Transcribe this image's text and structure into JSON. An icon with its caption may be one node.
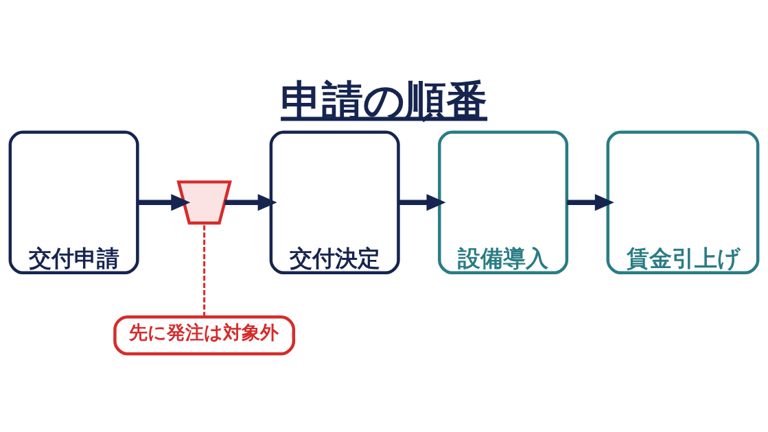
{
  "diagram": {
    "title": "申請の順番",
    "nodes": [
      {
        "text": [
          "交付申請"
        ]
      },
      {
        "text": [],
        "shape": "picture"
      },
      {
        "text": [
          "交付決定"
        ]
      },
      {
        "text": [
          "設備導入"
        ]
      },
      {
        "text": [
          "賃金引上げ"
        ]
      },
      {
        "text": [
          "先に発注は対象外"
        ]
      }
    ],
    "edges": [
      {
        "from": 0,
        "to": 1,
        "arrow": "to"
      },
      {
        "from": 1,
        "to": 2,
        "arrow": "to"
      },
      {
        "from": 2,
        "to": 3,
        "arrow": "to"
      },
      {
        "from": 3,
        "to": 4,
        "arrow": "to"
      },
      {
        "from": 5,
        "to": 1,
        "arrow": "none",
        "style": "dashed",
        "color": "#d62b2b"
      }
    ]
  }
}
